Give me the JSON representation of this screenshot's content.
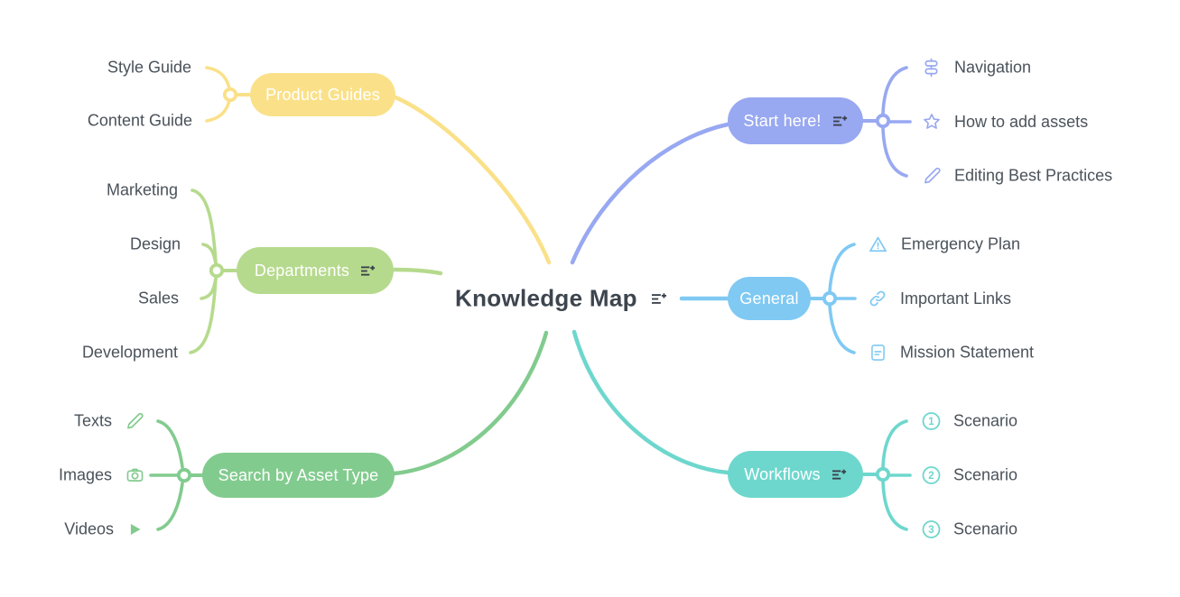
{
  "center": {
    "title": "Knowledge Map",
    "add_icon": "note-add-icon"
  },
  "colors": {
    "product_guides": "#FAE189",
    "departments": "#B6DA8D",
    "search_by_asset_type": "#82CB8E",
    "start_here": "#98A8F1",
    "general": "#7FC9F3",
    "workflows": "#6ED7CD",
    "child_text": "#4A525A",
    "title_text": "#3D454E",
    "note_icon": "#39414A",
    "background": "#FFFFFF"
  },
  "branches": [
    {
      "id": "product-guides",
      "label": "Product Guides",
      "color": "#FAE189",
      "has_note_icon": false,
      "side": "left",
      "children": [
        {
          "label": "Style Guide",
          "icon": null
        },
        {
          "label": "Content Guide",
          "icon": null
        }
      ]
    },
    {
      "id": "departments",
      "label": "Departments",
      "color": "#B6DA8D",
      "has_note_icon": true,
      "side": "left",
      "children": [
        {
          "label": "Marketing",
          "icon": null
        },
        {
          "label": "Design",
          "icon": null
        },
        {
          "label": "Sales",
          "icon": null
        },
        {
          "label": "Development",
          "icon": null
        }
      ]
    },
    {
      "id": "search-by-asset-type",
      "label": "Search by Asset Type",
      "color": "#82CB8E",
      "has_note_icon": false,
      "side": "left",
      "children": [
        {
          "label": "Texts",
          "icon": "pencil-icon"
        },
        {
          "label": "Images",
          "icon": "camera-icon"
        },
        {
          "label": "Videos",
          "icon": "play-icon"
        }
      ]
    },
    {
      "id": "start-here",
      "label": "Start here!",
      "color": "#98A8F1",
      "has_note_icon": true,
      "side": "right",
      "children": [
        {
          "label": "Navigation",
          "icon": "signpost-icon"
        },
        {
          "label": "How to add assets",
          "icon": "star-icon"
        },
        {
          "label": "Editing Best Practices",
          "icon": "pencil-icon"
        }
      ]
    },
    {
      "id": "general",
      "label": "General",
      "color": "#7FC9F3",
      "has_note_icon": false,
      "side": "right",
      "children": [
        {
          "label": "Emergency Plan",
          "icon": "warning-icon"
        },
        {
          "label": "Important Links",
          "icon": "link-icon"
        },
        {
          "label": "Mission Statement",
          "icon": "document-icon"
        }
      ]
    },
    {
      "id": "workflows",
      "label": "Workflows",
      "color": "#6ED7CD",
      "has_note_icon": true,
      "side": "right",
      "children": [
        {
          "label": "Scenario",
          "icon": "circle-number-icon",
          "number": "1"
        },
        {
          "label": "Scenario",
          "icon": "circle-number-icon",
          "number": "2"
        },
        {
          "label": "Scenario",
          "icon": "circle-number-icon",
          "number": "3"
        }
      ]
    }
  ]
}
